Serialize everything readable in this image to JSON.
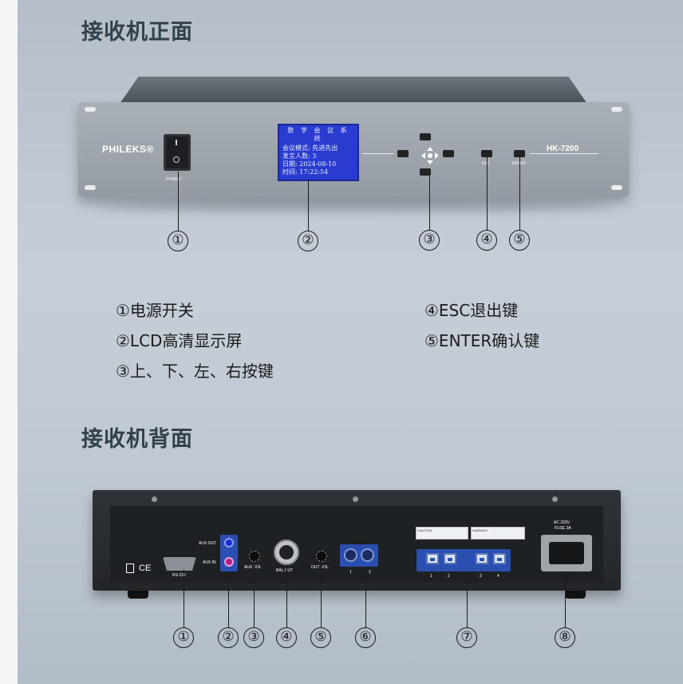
{
  "front_title": "接收机正面",
  "back_title": "接收机背面",
  "front": {
    "brand": "PHILEKS®",
    "power_label": "POWER",
    "lcd": {
      "title": "数 字 会 议 系 统",
      "lines": [
        "会议模式: 先进先出",
        "发言人数: 3",
        "日期: 2024-08-10",
        "时间: 17:22:54"
      ]
    },
    "esc_label": "ESC",
    "enter_label": "ENTER",
    "model": "HK-7200",
    "callouts": [
      "①",
      "②",
      "③",
      "④",
      "⑤"
    ]
  },
  "legend": {
    "left": [
      "①电源开关",
      "②LCD高清显示屏",
      "③上、下、左、右按键"
    ],
    "right": [
      "④ESC退出键",
      "⑤ENTER确认键"
    ]
  },
  "back": {
    "rs232_label": "RS-232",
    "aux_out_label": "AUX OUT",
    "aux_in_label": "AUX IN",
    "aux_vol_label": "AUX VOL",
    "bal_out_label": "BAL OUT",
    "out_vol_label": "OUT VOL",
    "din_labels": [
      "1",
      "2"
    ],
    "rj45_labels": [
      "1",
      "2",
      "3",
      "4"
    ],
    "caution_label": "CAUTION",
    "warning_label": "WARNING",
    "ac_label": "AC 220V",
    "fuse_label": "FUSE 3A",
    "ce_mark": "CE",
    "callouts": [
      "①",
      "②",
      "③",
      "④",
      "⑤",
      "⑥",
      "⑦",
      "⑧"
    ]
  }
}
